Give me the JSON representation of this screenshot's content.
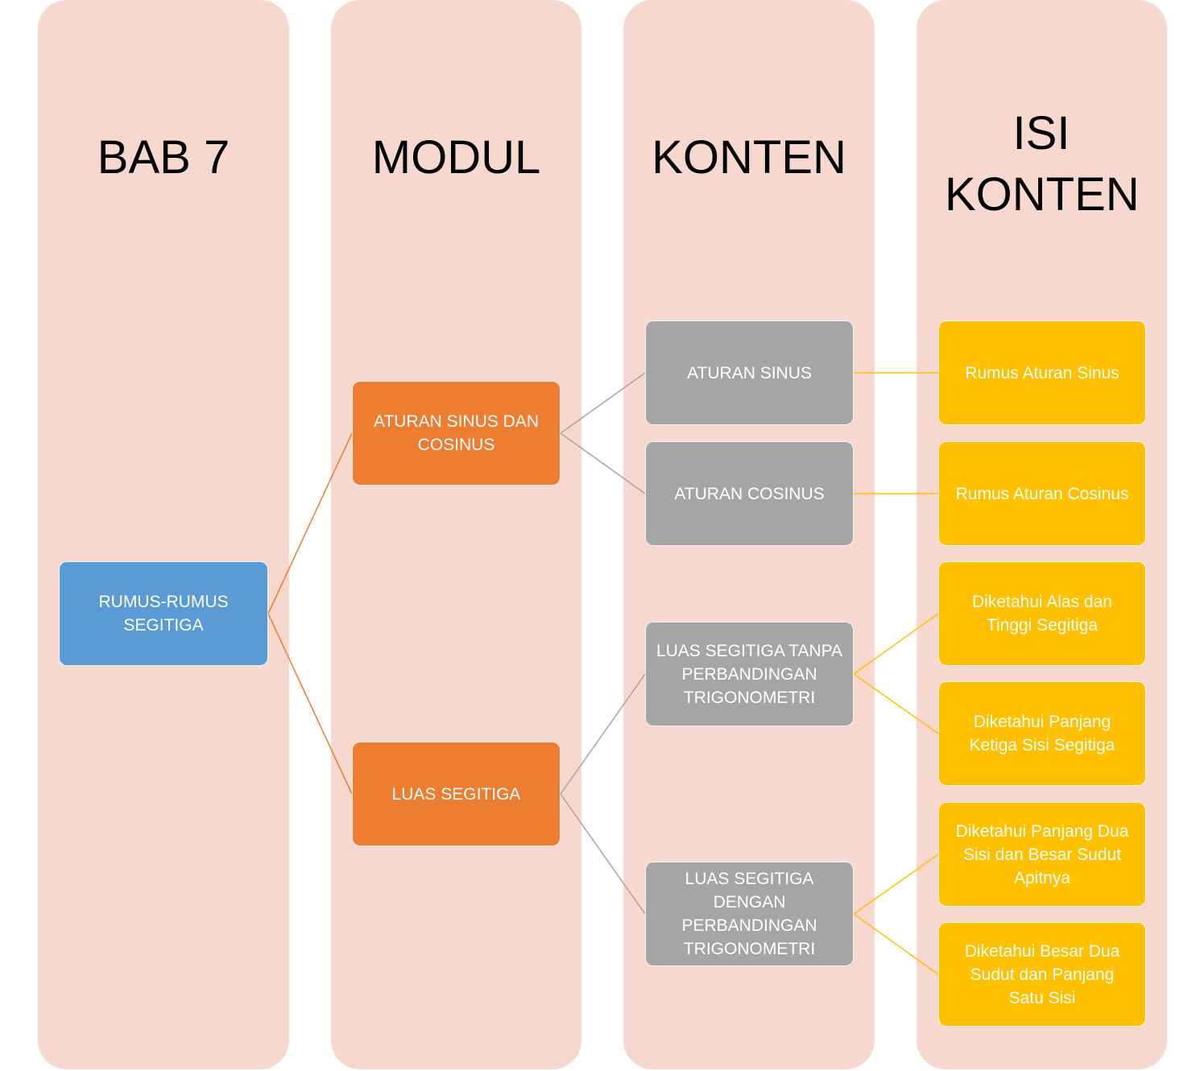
{
  "columns": [
    {
      "title": "BAB 7"
    },
    {
      "title": "MODUL"
    },
    {
      "title": "KONTEN"
    },
    {
      "title": "ISI KONTEN"
    }
  ],
  "nodes": {
    "root": "RUMUS-RUMUS SEGITIGA",
    "modul": [
      "ATURAN SINUS DAN COSINUS",
      "LUAS SEGITIGA"
    ],
    "konten": [
      "ATURAN SINUS",
      "ATURAN COSINUS",
      "LUAS SEGITIGA TANPA PERBANDINGAN TRIGONOMETRI",
      "LUAS SEGITIGA DENGAN PERBANDINGAN TRIGONOMETRI"
    ],
    "isi": [
      "Rumus Aturan Sinus",
      "Rumus Aturan Cosinus",
      "Diketahui Alas dan Tinggi Segitiga",
      "Diketahui Panjang Ketiga Sisi Segitiga",
      "Diketahui Panjang Dua Sisi dan Besar Sudut Apitnya",
      "Diketahui Besar Dua Sudut dan Panjang Satu Sisi"
    ]
  },
  "colors": {
    "column_bg": "#f7d8ce",
    "root": "#5b9bd5",
    "modul": "#ed7d31",
    "konten": "#a5a5a5",
    "isi": "#ffc000"
  }
}
